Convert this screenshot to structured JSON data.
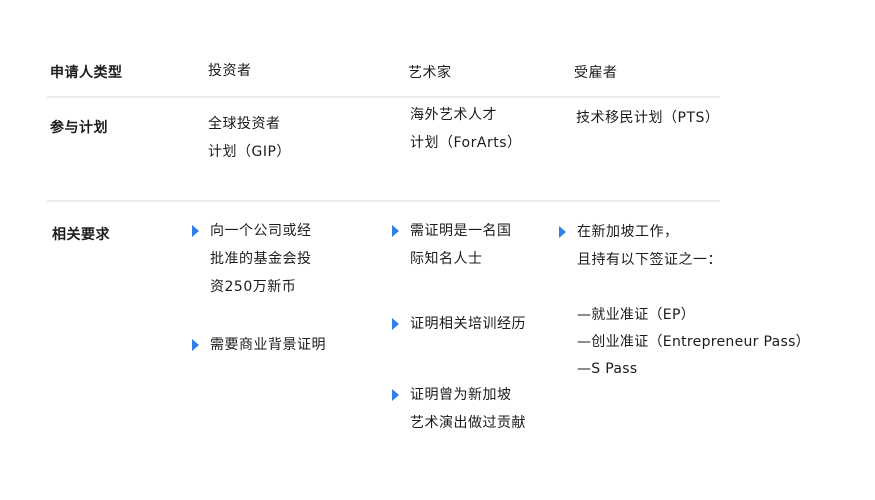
{
  "table": {
    "header": {
      "label": "申请人类型",
      "columns": [
        "投资者",
        "艺术家",
        "受雇者"
      ]
    },
    "programs": {
      "label": "参与计划",
      "investor": [
        "全球投资者",
        "计划（GIP）"
      ],
      "artist": [
        "海外艺术人才",
        "计划（ForArts）"
      ],
      "employee": [
        "技术移民计划（PTS）"
      ]
    },
    "requirements": {
      "label": "相关要求",
      "investor": [
        {
          "lines": [
            "向一个公司或经",
            "批准的基金会投",
            "资250万新币"
          ]
        },
        {
          "lines": [
            "需要商业背景证明"
          ]
        }
      ],
      "artist": [
        {
          "lines": [
            "需证明是一名国",
            "际知名人士"
          ]
        },
        {
          "lines": [
            "证明相关培训经历"
          ]
        },
        {
          "lines": [
            "证明曾为新加坡",
            "艺术演出做过贡献"
          ]
        }
      ],
      "employee": {
        "bullet_lines": [
          "在新加坡工作，",
          "且持有以下签证之一："
        ],
        "visas": [
          "—就业准证（EP）",
          "—创业准证（Entrepreneur Pass）",
          "—S Pass"
        ]
      }
    }
  },
  "colors": {
    "text": "#1c1c1c",
    "bullet": "#2f7fe6",
    "divider": "#ececec"
  },
  "icons": {
    "bullet": "blue-right-triangle"
  }
}
